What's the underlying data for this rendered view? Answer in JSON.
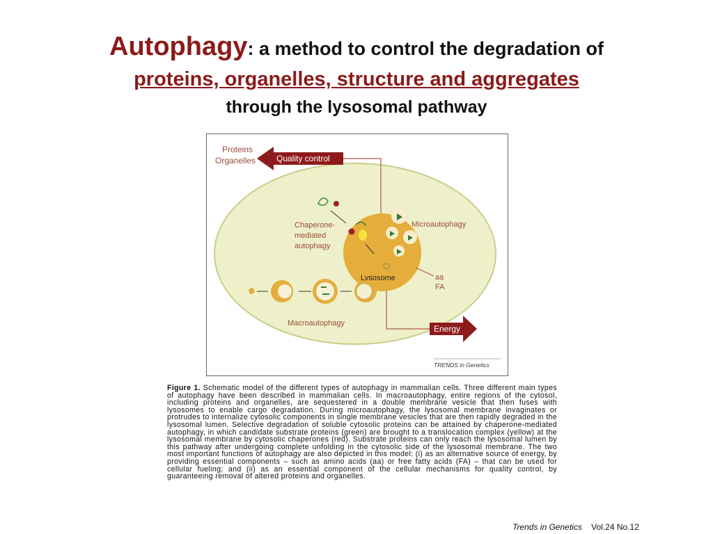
{
  "title": {
    "lead": "Autophagy",
    "line1_rest": ": a method to control the degradation of",
    "line2": "proteins, organelles, structure and aggregates",
    "line3": "through the lysosomal pathway"
  },
  "figure": {
    "proteins": "Proteins",
    "organelles": "Organelles",
    "quality_control": "Quality control",
    "chaperone_1": "Chaperone-",
    "chaperone_2": "mediated",
    "chaperone_3": "autophagy",
    "microautophagy": "Microautophagy",
    "lysosome": "Lysosome",
    "aa": "aa",
    "fa": "FA",
    "macroautophagy": "Macroautophagy",
    "energy": "Energy",
    "source": "TRENDS in Genetics",
    "colors": {
      "cell": "#eef0c9",
      "cell_border": "#c8cd8a",
      "lysosome": "#e5ad3c",
      "arrow": "#8e1b1b",
      "label": "#9c4a3a"
    }
  },
  "caption": {
    "label": "Figure 1.",
    "text": "Schematic model of the different types of autophagy in mammalian cells. Three different main types of autophagy have been described in mammalian cells. In macroautophagy, entire regions of the cytosol, including proteins and organelles, are sequestered in a double membrane vesicle that then fuses with lysosomes to enable cargo degradation. During microautophagy, the lysosomal membrane invaginates or protrudes to internalize cytosolic components in single membrane vesicles that are then rapidly degraded in the lysosomal lumen. Selective degradation of soluble cytosolic proteins can be attained by chaperone-mediated autophagy, in which candidate substrate proteins (green) are brought to a translocation complex (yellow) at the lysosomal membrane by cytosolic chaperones (red). Substrate proteins can only reach the lysosomal lumen by this pathway after undergoing complete unfolding in the cytosolic side of the lysosomal membrane. The two most important functions of autophagy are also depicted in this model: (i) as an alternative source of energy, by providing essential components – such as amino acids (aa) or free fatty acids (FA) – that can be used for cellular fueling; and (ii) as an essential component of the cellular mechanisms for quality control, by guaranteeing removal of altered proteins and organelles."
  },
  "footer": {
    "journal": "Trends in Genetics",
    "volume": "Vol.24 No.12"
  }
}
